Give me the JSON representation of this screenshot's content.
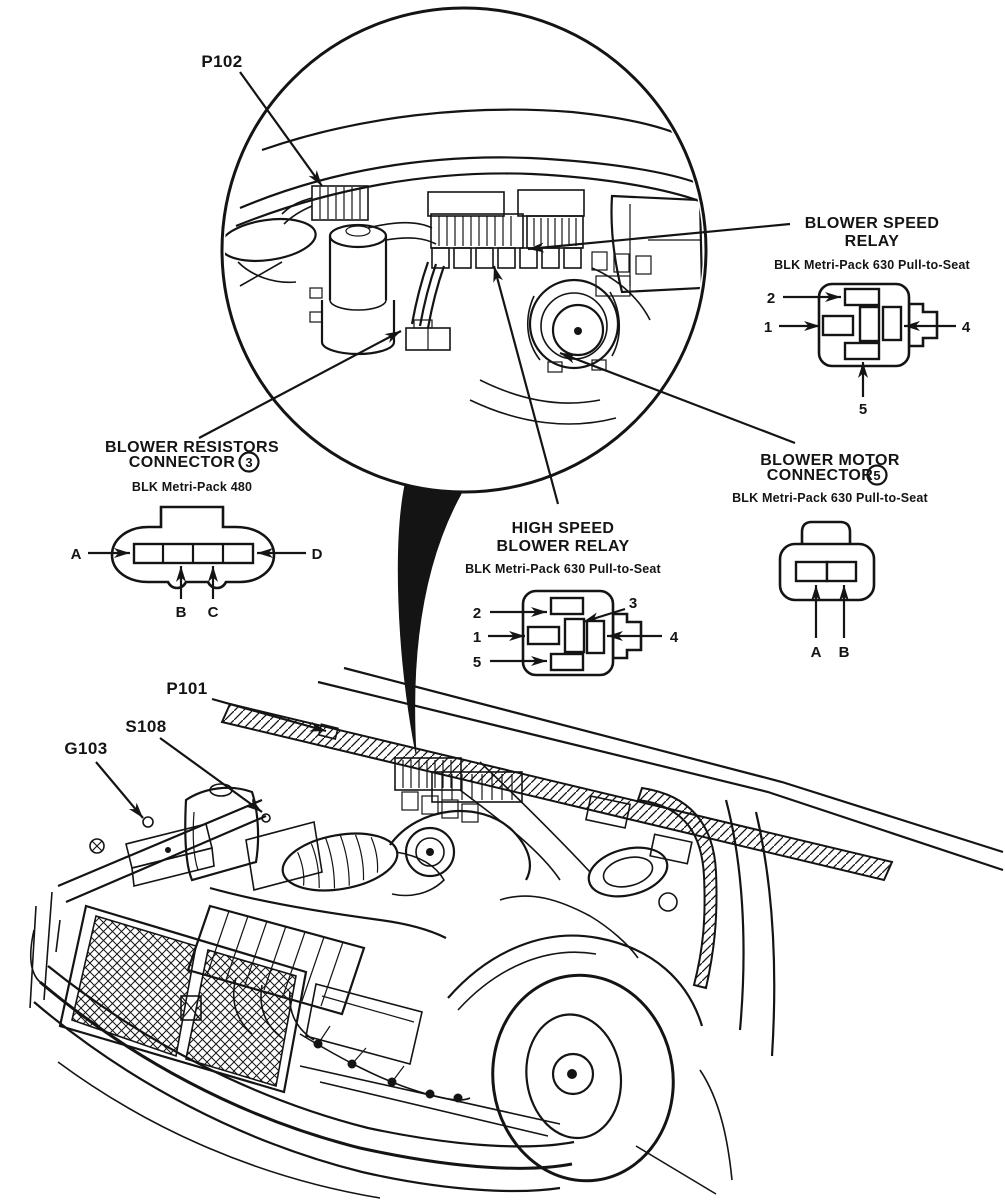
{
  "figure": {
    "background": "#ffffff",
    "ink": "#141414",
    "description": "Engine compartment component locator with magnified firewall inset and connector pinouts"
  },
  "callouts": {
    "p102": "P102",
    "p101": "P101",
    "s108": "S108",
    "g103": "G103"
  },
  "blower_speed_relay": {
    "title1": "BLOWER SPEED",
    "title2": "RELAY",
    "subtitle": "BLK Metri-Pack 630 Pull-to-Seat",
    "pin_2": "2",
    "pin_1": "1",
    "pin_4": "4",
    "pin_5": "5"
  },
  "high_speed_blower_relay": {
    "title1": "HIGH SPEED",
    "title2": "BLOWER RELAY",
    "subtitle": "BLK Metri-Pack 630 Pull-to-Seat",
    "pin_2": "2",
    "pin_1": "1",
    "pin_5": "5",
    "pin_3": "3",
    "pin_4": "4"
  },
  "blower_resistors_connector": {
    "title1": "BLOWER RESISTORS",
    "title2": "CONNECTOR",
    "ref_number": "3",
    "subtitle": "BLK Metri-Pack 480",
    "pin_a": "A",
    "pin_b": "B",
    "pin_c": "C",
    "pin_d": "D"
  },
  "blower_motor_connector": {
    "title1": "BLOWER MOTOR",
    "title2": "CONNECTOR",
    "ref_number": "5",
    "subtitle": "BLK Metri-Pack 630 Pull-to-Seat",
    "pin_a": "A",
    "pin_b": "B"
  }
}
